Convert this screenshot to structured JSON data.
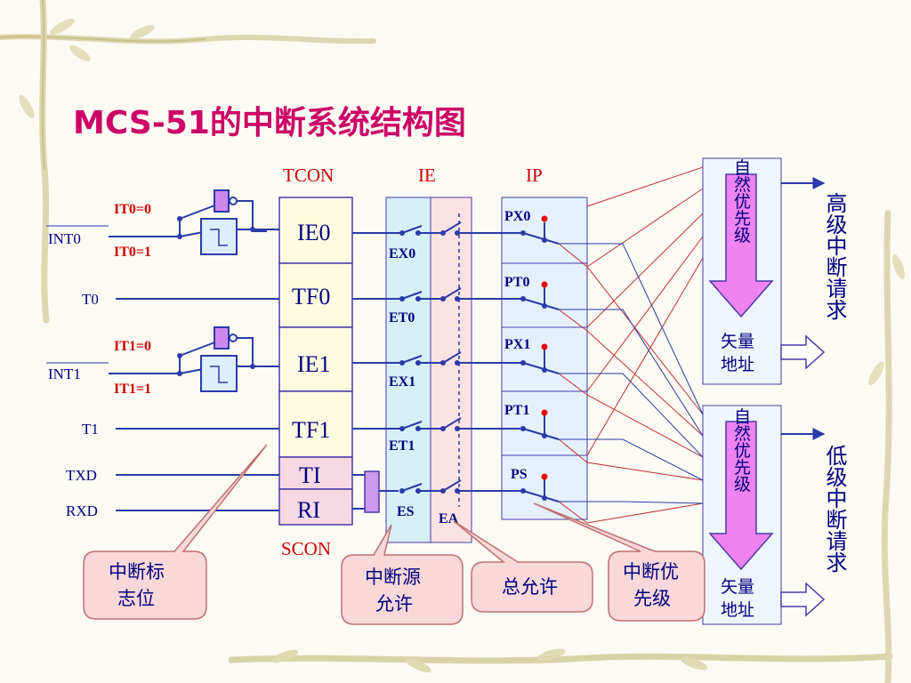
{
  "title": "MCS-51的中断系统结构图",
  "registers": {
    "tcon": "TCON",
    "ie": "IE",
    "ip": "IP",
    "scon": "SCON"
  },
  "inputs": {
    "int0": "INT0",
    "t0": "T0",
    "int1": "INT1",
    "t1": "T1",
    "txd": "TXD",
    "rxd": "RXD"
  },
  "trigger_modes": {
    "it0_0": "IT0=0",
    "it0_1": "IT0=1",
    "it1_0": "IT1=0",
    "it1_1": "IT1=1"
  },
  "flags": {
    "ie0": "IE0",
    "tf0": "TF0",
    "ie1": "IE1",
    "tf1": "TF1",
    "ti": "TI",
    "ri": "RI"
  },
  "enable_bits": {
    "ex0": "EX0",
    "et0": "ET0",
    "ex1": "EX1",
    "et1": "ET1",
    "es": "ES",
    "ea": "EA"
  },
  "priority_bits": {
    "px0": "PX0",
    "pt0": "PT0",
    "px1": "PX1",
    "pt1": "PT1",
    "ps": "PS"
  },
  "priority_arrow_text": "自然优先级",
  "vector_text_1": "矢量",
  "vector_text_2": "地址",
  "high_request": "高级中断请求",
  "low_request": "低级中断请求",
  "callouts": {
    "flag_bits_1": "中断标",
    "flag_bits_2": "志位",
    "source_enable_1": "中断源",
    "source_enable_2": "允许",
    "global_enable": "总允许",
    "priority_1": "中断优",
    "priority_2": "先级"
  },
  "colors": {
    "title": "#cc0066",
    "register_label": "#cc0000",
    "diagram_blue": "#000080",
    "wire": "#4a3aa8",
    "ie_column": "#d7f0f8",
    "ea_column": "#fbe3e3",
    "flag_box": "#fffbe0",
    "serial_flag": "#f7d9e3",
    "ip_box": "#e4f1fc",
    "arrow_fill": "#ee82ee",
    "callout_fill": "#f8d8d8",
    "callout_stroke": "#c07070",
    "red_dot": "#ee0000"
  }
}
